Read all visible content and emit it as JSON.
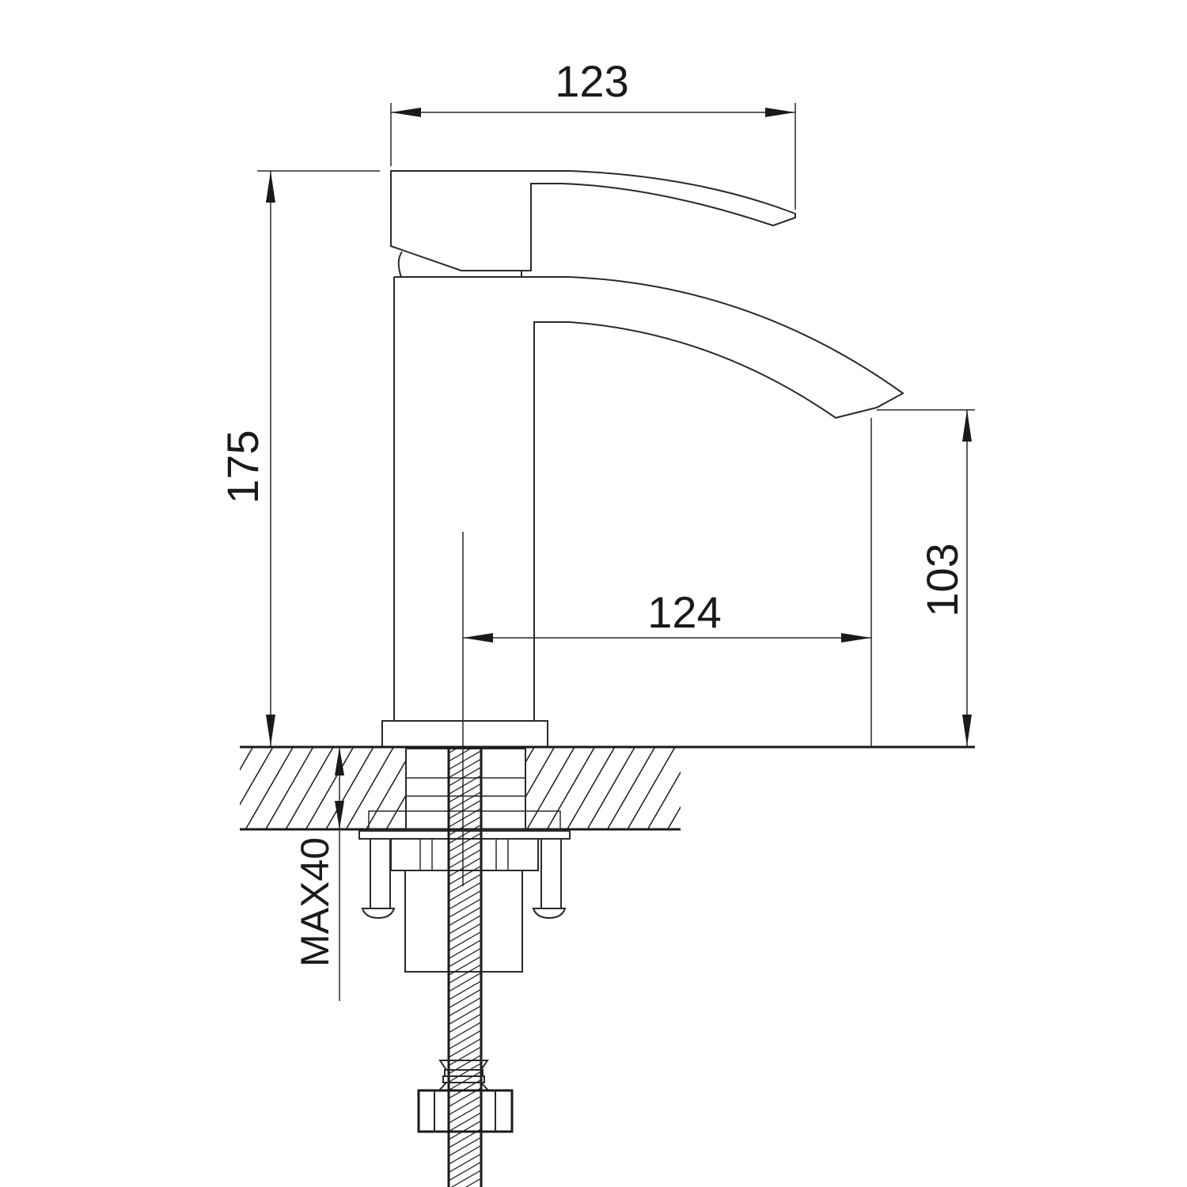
{
  "drawing": {
    "subject": "Single-lever basin faucet technical drawing",
    "line_color": "#1a1a1a",
    "background": "#ffffff"
  },
  "dimensions": {
    "overall_length": "123",
    "overall_height": "175",
    "spout_reach": "124",
    "spout_height": "103",
    "max_counter_thickness": "MAX40"
  }
}
